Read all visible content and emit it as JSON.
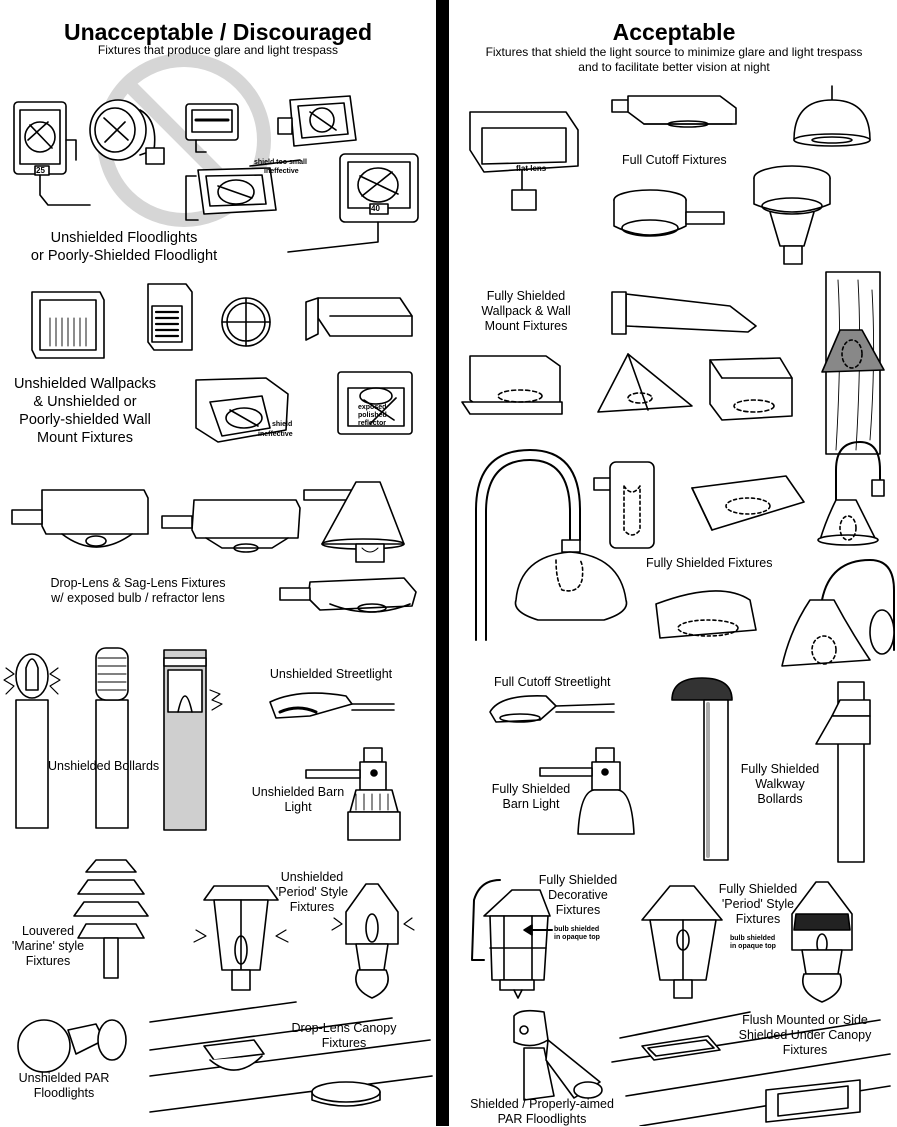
{
  "left": {
    "title": "Unacceptable / Discouraged",
    "subtitle": "Fixtures that produce glare and light trespass",
    "captions": {
      "floodlights": "Unshielded Floodlights\nor Poorly-Shielded Floodlight",
      "wallpacks": "Unshielded Wallpacks\n& Unshielded or\nPoorly-shielded Wall\nMount Fixtures",
      "droplens": "Drop-Lens & Sag-Lens Fixtures\nw/ exposed bulb / refractor lens",
      "bollards": "Unshielded Bollards",
      "streetlight": "Unshielded Streetlight",
      "barn": "Unshielded Barn\nLight",
      "period": "Unshielded\n'Period' Style\nFixtures",
      "marine": "Louvered\n'Marine' style\nFixtures",
      "canopy": "Drop-Lens Canopy\nFixtures",
      "par": "Unshielded PAR\nFloodlights"
    },
    "notes": {
      "shield_small": "shield too small",
      "ineffective1": "ineffective",
      "shield": "shield",
      "ineffective2": "ineffective",
      "exposed": "exposed\npolished\nreflector",
      "badge25": "25",
      "badge40": "40"
    }
  },
  "right": {
    "title": "Acceptable",
    "subtitle": "Fixtures that shield the light source to minimize glare and light trespass\nand to facilitate better vision at night",
    "captions": {
      "full_cutoff": "Full Cutoff Fixtures",
      "wallpack": "Fully Shielded\nWallpack & Wall\nMount Fixtures",
      "fully_shielded": "Fully Shielded Fixtures",
      "cutoff_streetlight": "Full Cutoff Streetlight",
      "barn": "Fully Shielded\nBarn Light",
      "walkway": "Fully Shielded\nWalkway\nBollards",
      "decorative": "Fully Shielded\nDecorative\nFixtures",
      "period": "Fully Shielded\n'Period' Style\nFixtures",
      "canopy": "Flush Mounted or Side\nShielded Under Canopy\nFixtures",
      "par": "Shielded / Properly-aimed\nPAR Floodlights"
    },
    "notes": {
      "flat_lens": "flat lens",
      "bulb_shielded1": "bulb shielded\nin opaque top",
      "bulb_shielded2": "bulb shielded\nin opaque top"
    }
  }
}
